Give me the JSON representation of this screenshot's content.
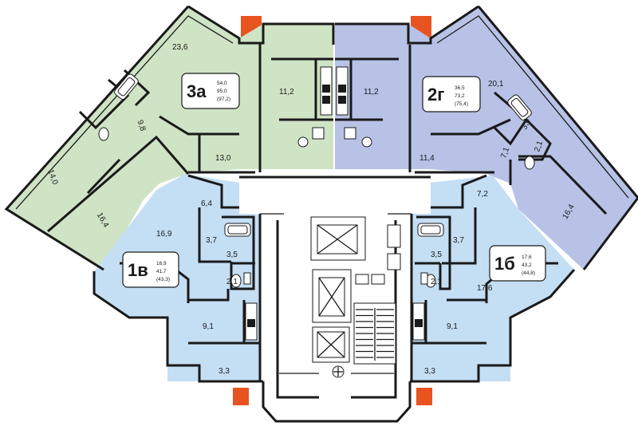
{
  "colors": {
    "apt_3a": "#cfe3c5",
    "apt_2g": "#b7c2e6",
    "apt_1v": "#c4def4",
    "apt_1b": "#c4def4",
    "accent_orange": "#e8531f",
    "walls": "#1a1a1a",
    "core": "#ffffff"
  },
  "apartments": {
    "a3": {
      "code": "3а",
      "living": "54,0",
      "total": "95,0",
      "total_with_balcony": "(97,2)",
      "rooms": [
        "23,6",
        "11,2",
        "9,8",
        "13,0",
        "14,0",
        "16,4"
      ]
    },
    "g2": {
      "code": "2г",
      "living": "36,5",
      "total": "73,2",
      "total_with_balcony": "(75,4)",
      "rooms": [
        "11,2",
        "20,1",
        "3,4",
        "11,4",
        "7,1",
        "2,1",
        "16,4"
      ]
    },
    "v1": {
      "code": "1в",
      "living": "16,9",
      "total": "41,7",
      "total_with_balcony": "(43,3)",
      "rooms": [
        "6,4",
        "16,9",
        "3,7",
        "3,5",
        "2,1",
        "9,1",
        "3,3"
      ]
    },
    "b1": {
      "code": "1б",
      "living": "17,6",
      "total": "43,2",
      "total_with_balcony": "(44,8)",
      "rooms": [
        "7,2",
        "3,7",
        "3,5",
        "2,1",
        "17,6",
        "9,1",
        "3,3"
      ]
    }
  },
  "icons": [
    "elevator-icon",
    "stairs-icon",
    "wc-icon",
    "bathtub-icon",
    "stove-icon"
  ]
}
